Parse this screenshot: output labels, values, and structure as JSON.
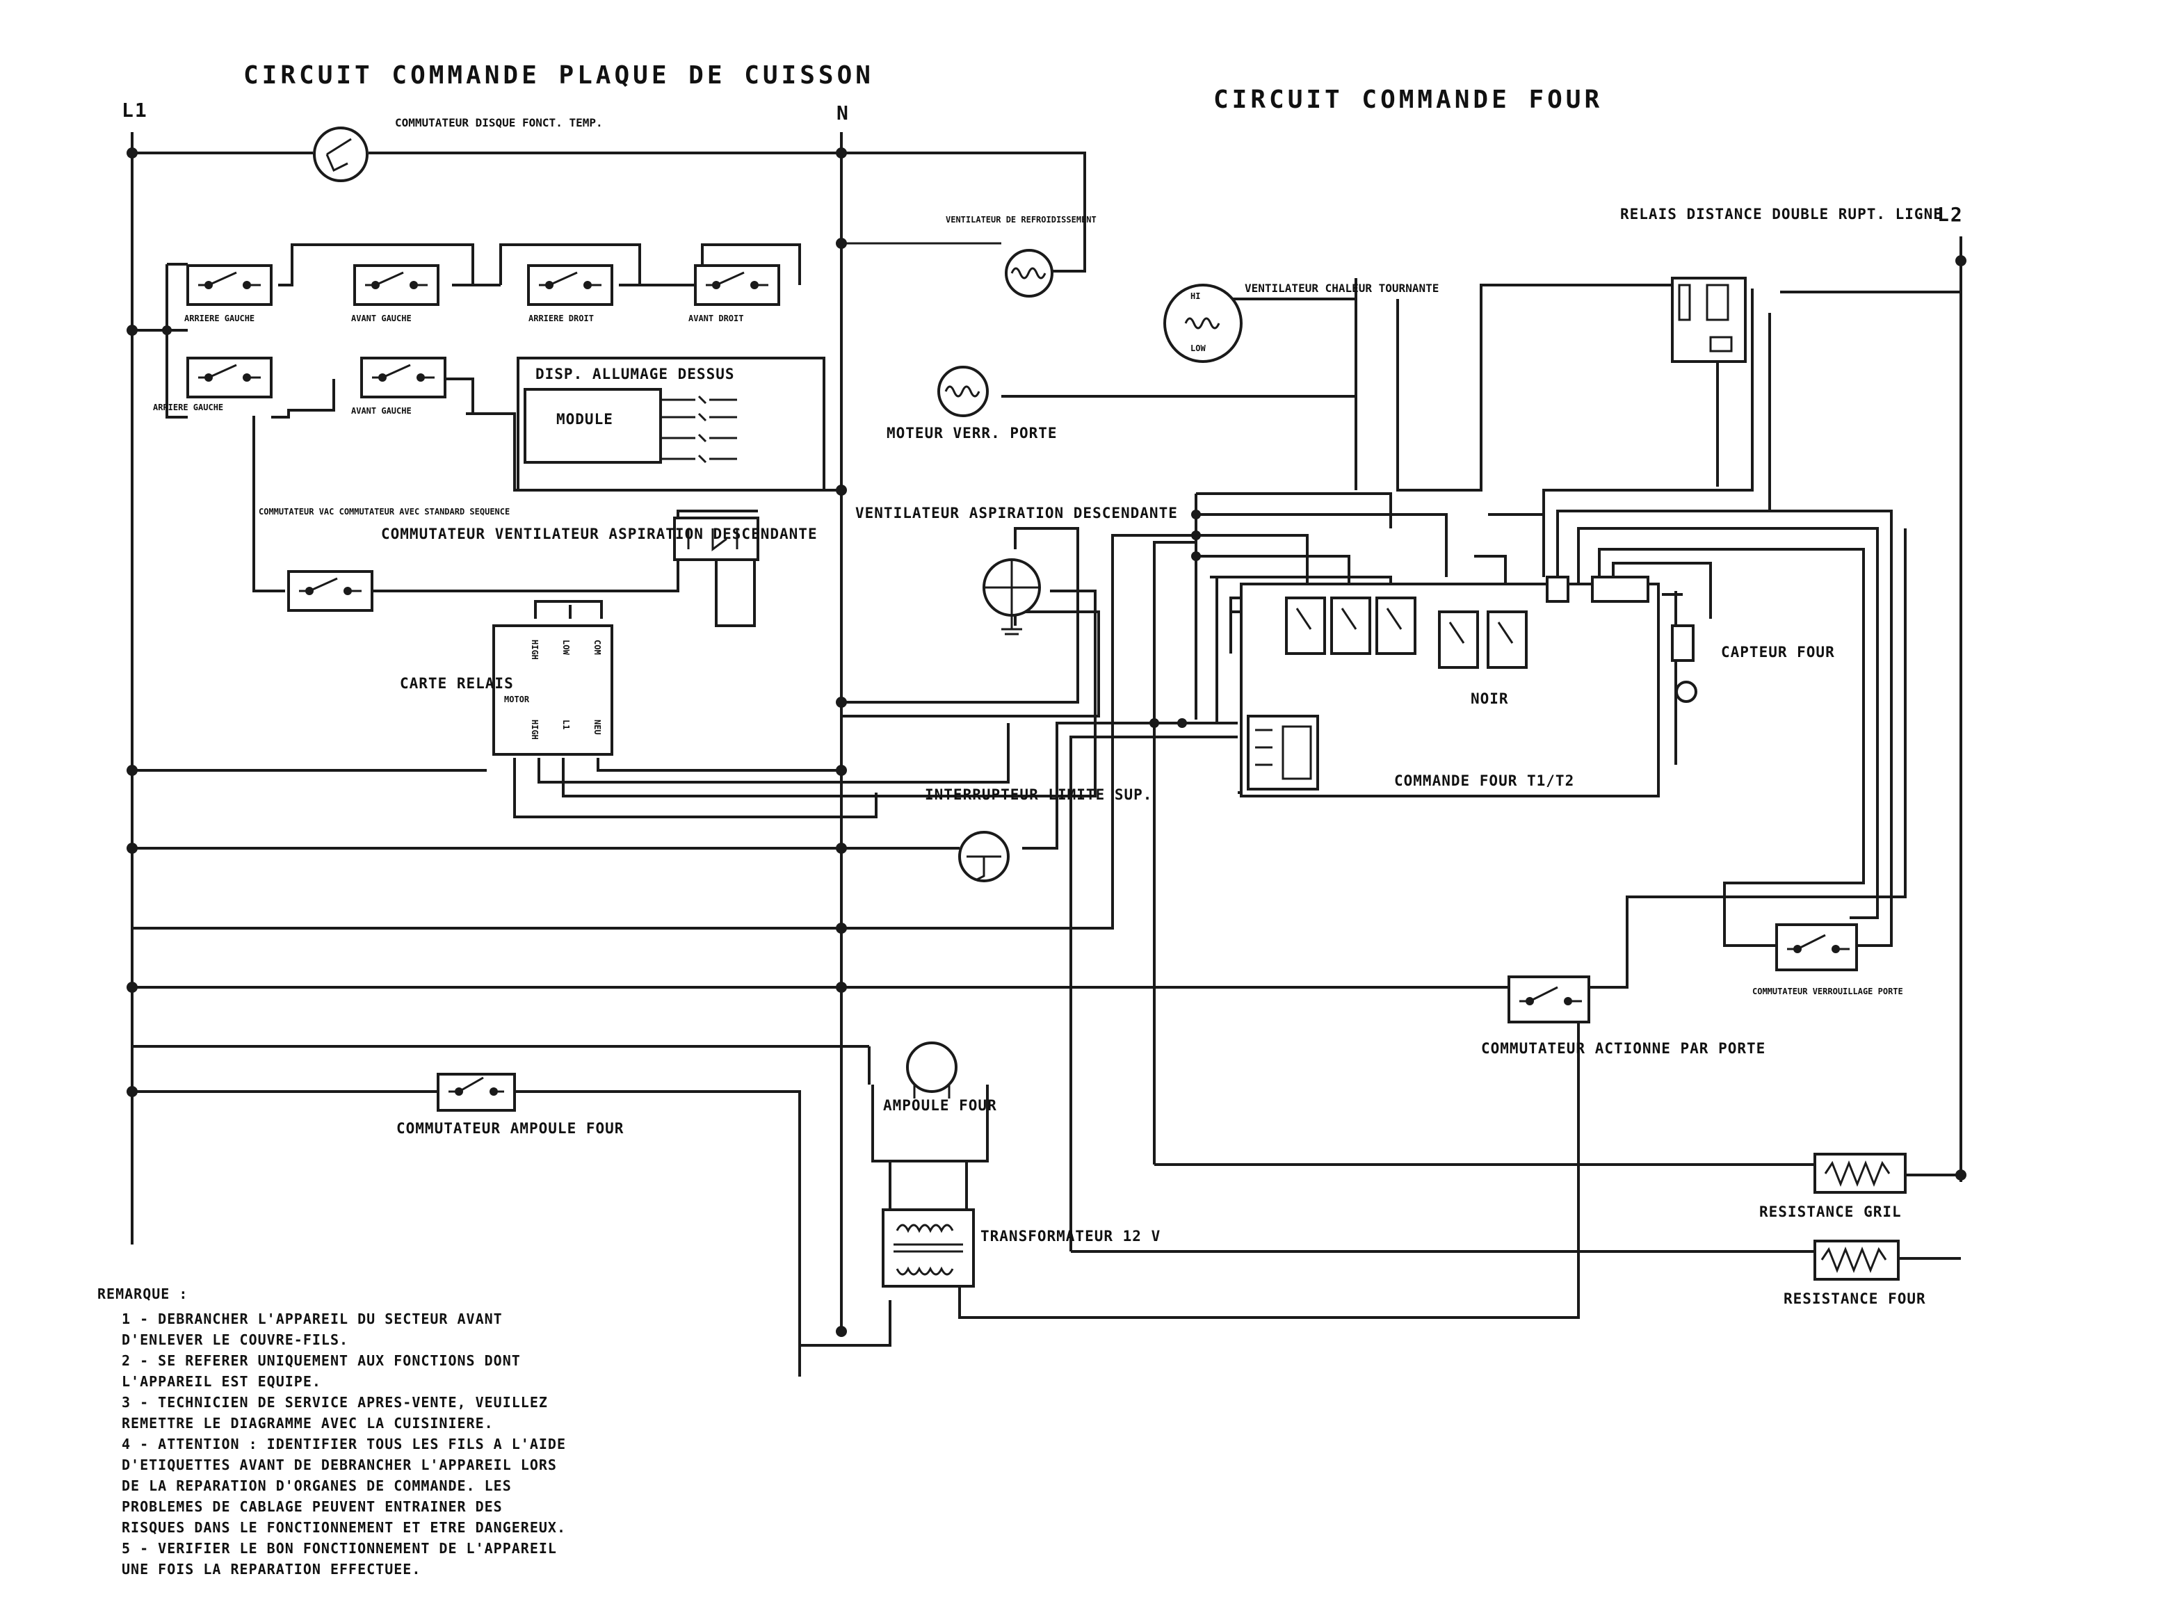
{
  "titles": {
    "cooktop": "CIRCUIT COMMANDE PLAQUE DE CUISSON",
    "oven": "CIRCUIT COMMANDE FOUR"
  },
  "lines": {
    "l1": "L1",
    "n": "N",
    "l2": "L2"
  },
  "components": {
    "disk_switch": "COMMUTATEUR DISQUE FONCT. TEMP.",
    "cooling_fan": "VENTILATEUR DE REFROIDISSEMENT",
    "convection_fan": "VENTILATEUR CHALEUR TOURNANTE",
    "convection_fan_hi": "HI",
    "convection_fan_low": "LOW",
    "relay_dist": "RELAIS DISTANCE DOUBLE RUPT. LIGNE",
    "switch_rear_left": "ARRIERE GAUCHE",
    "switch_front_left": "AVANT GAUCHE",
    "switch_rear_right": "ARRIERE DROIT",
    "switch_front_right": "AVANT DROIT",
    "switch_rear_left_2": "ARRIERE GAUCHE",
    "switch_front_left_2": "AVANT GAUCHE",
    "ignition": "DISP. ALLUMAGE DESSUS",
    "module": "MODULE",
    "lock_motor": "MOTEUR VERR. PORTE",
    "downdraft_switch_small": "COMMUTATEUR VAC COMMUTATEUR AVEC STANDARD SEQUENCE",
    "downdraft_fan_switch": "COMMUTATEUR VENTILATEUR ASPIRATION DESCENDANTE",
    "downdraft_fan": "VENTILATEUR ASPIRATION DESCENDANTE",
    "relay_board": "CARTE RELAIS",
    "relay_board_pins": [
      "HIGH",
      "LOW",
      "COM",
      "MOTOR",
      "HIGH",
      "L1",
      "NEU"
    ],
    "limit_switch": "INTERRUPTEUR LIMITE SUP.",
    "oven_control": "COMMANDE FOUR T1/T2",
    "oven_sensor": "CAPTEUR FOUR",
    "noir": "NOIR",
    "door_switch": "COMMUTATEUR ACTIONNE PAR PORTE",
    "door_lock_switch": "COMMUTATEUR VERROUILLAGE PORTE",
    "light_switch": "COMMUTATEUR AMPOULE FOUR",
    "oven_lamp": "AMPOULE FOUR",
    "transformer": "TRANSFORMATEUR 12 V",
    "broil_element": "RESISTANCE GRIL",
    "bake_element": "RESISTANCE FOUR"
  },
  "notes": {
    "heading": "REMARQUE :",
    "lines": [
      "1 - DEBRANCHER L'APPAREIL DU SECTEUR AVANT",
      "D'ENLEVER LE COUVRE-FILS.",
      "2 - SE REFERER UNIQUEMENT AUX FONCTIONS DONT",
      "L'APPAREIL EST EQUIPE.",
      "3 - TECHNICIEN DE SERVICE APRES-VENTE, VEUILLEZ",
      "REMETTRE LE DIAGRAMME AVEC LA CUISINIERE.",
      "4 - ATTENTION : IDENTIFIER TOUS LES FILS A L'AIDE",
      "D'ETIQUETTES AVANT DE DEBRANCHER L'APPAREIL LORS",
      "DE LA REPARATION D'ORGANES DE COMMANDE. LES",
      "PROBLEMES DE CABLAGE PEUVENT ENTRAINER DES",
      "RISQUES DANS LE FONCTIONNEMENT ET ETRE DANGEREUX.",
      "5 - VERIFIER LE BON FONCTIONNEMENT DE L'APPAREIL",
      "UNE FOIS LA REPARATION EFFECTUEE."
    ]
  }
}
